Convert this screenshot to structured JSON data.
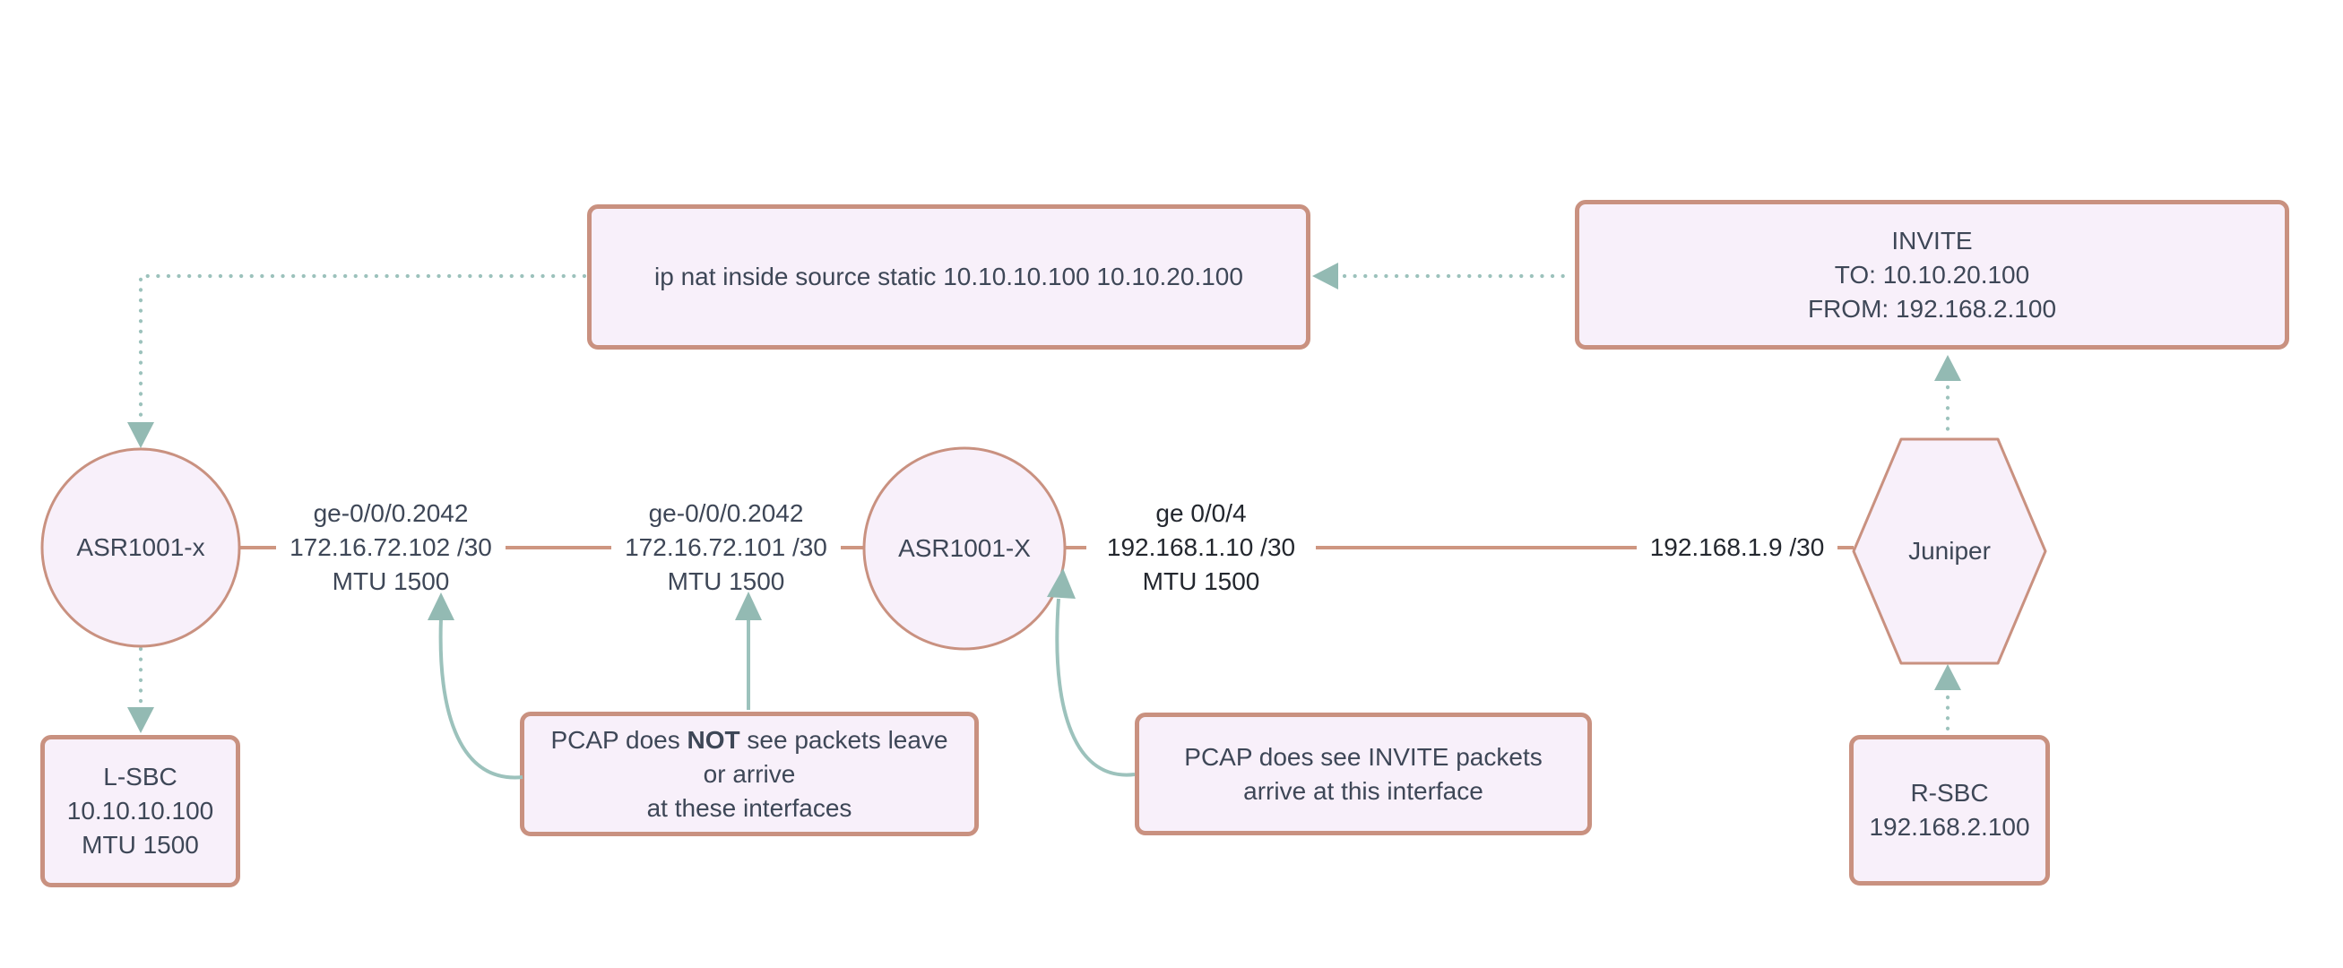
{
  "colors": {
    "node_border": "#C99180",
    "node_fill": "#F8F0FA",
    "link_line": "#CE9681",
    "teal_connector": "#9CC2BC",
    "teal_arrowhead": "#93BAB3",
    "text_primary": "#3E4757",
    "text_dark": "#23272E",
    "background": "#FFFFFF"
  },
  "nat_note": {
    "text": "ip nat inside source static 10.10.10.100 10.10.20.100"
  },
  "invite_note": {
    "lines": [
      "INVITE",
      "TO: 10.10.20.100",
      "FROM: 192.168.2.100"
    ]
  },
  "nodes": {
    "asr_left": {
      "label": "ASR1001-x"
    },
    "asr_mid": {
      "label": "ASR1001-X"
    },
    "juniper": {
      "label": "Juniper"
    },
    "l_sbc": {
      "lines": [
        "L-SBC",
        "10.10.10.100",
        "MTU 1500"
      ]
    },
    "r_sbc": {
      "lines": [
        "R-SBC",
        "192.168.2.100"
      ]
    }
  },
  "interfaces": {
    "if1": {
      "lines": [
        "ge-0/0/0.2042",
        "172.16.72.102 /30",
        "MTU 1500"
      ]
    },
    "if2": {
      "lines": [
        "ge-0/0/0.2042",
        "172.16.72.101 /30",
        "MTU 1500"
      ]
    },
    "if3": {
      "lines": [
        "ge 0/0/4",
        "192.168.1.10 /30",
        "MTU 1500"
      ]
    },
    "if4": {
      "label": "192.168.1.9 /30"
    }
  },
  "annotations": {
    "pcap_not": {
      "line1_pre": "PCAP does ",
      "line1_bold": "NOT",
      "line1_post": " see packets leave",
      "line2": "or arrive",
      "line3": "at these interfaces"
    },
    "pcap_see": {
      "lines": [
        "PCAP does see INVITE packets",
        "arrive at this interface"
      ]
    }
  }
}
